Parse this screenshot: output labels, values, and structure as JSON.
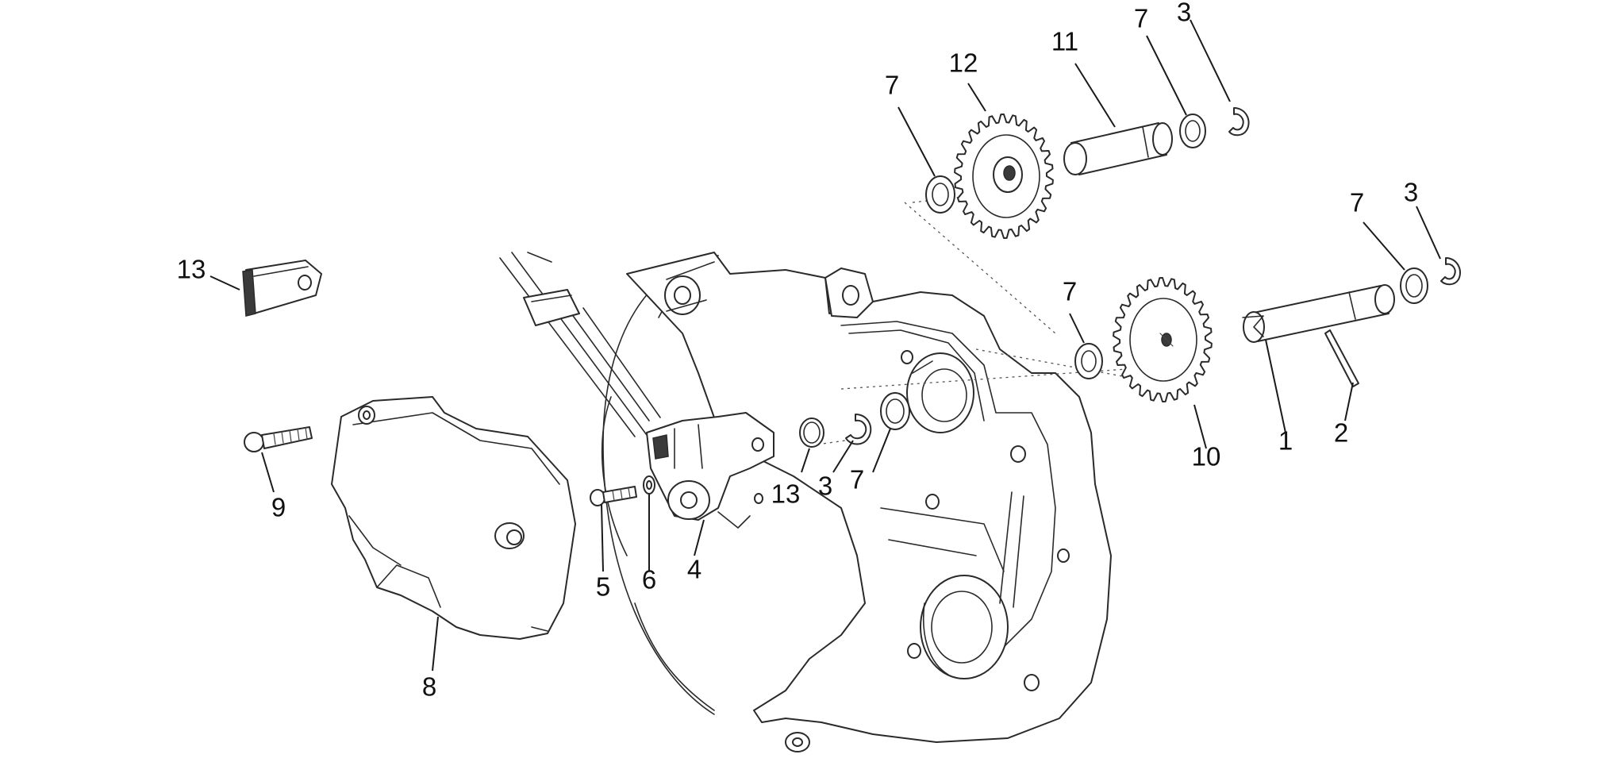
{
  "diagram": {
    "callouts": [
      {
        "id": "c-13-flap",
        "label": "13"
      },
      {
        "id": "c-9",
        "label": "9"
      },
      {
        "id": "c-8",
        "label": "8"
      },
      {
        "id": "c-5",
        "label": "5"
      },
      {
        "id": "c-6",
        "label": "6"
      },
      {
        "id": "c-4",
        "label": "4"
      },
      {
        "id": "c-13-washer",
        "label": "13"
      },
      {
        "id": "c-3-mid",
        "label": "3"
      },
      {
        "id": "c-7-mid",
        "label": "7"
      },
      {
        "id": "c-7-top-left",
        "label": "7"
      },
      {
        "id": "c-12",
        "label": "12"
      },
      {
        "id": "c-11",
        "label": "11"
      },
      {
        "id": "c-7-top-right",
        "label": "7"
      },
      {
        "id": "c-3-top",
        "label": "3"
      },
      {
        "id": "c-7-gear10",
        "label": "7"
      },
      {
        "id": "c-10",
        "label": "10"
      },
      {
        "id": "c-1",
        "label": "1"
      },
      {
        "id": "c-2",
        "label": "2"
      },
      {
        "id": "c-7-right",
        "label": "7"
      },
      {
        "id": "c-3-right",
        "label": "3"
      }
    ]
  }
}
